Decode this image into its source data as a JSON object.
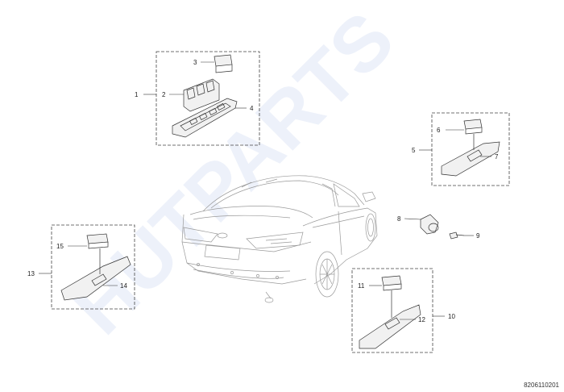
{
  "watermark": "HUTPARTS",
  "diagram_code": "8206110201",
  "callouts": {
    "n1": "1",
    "n2": "2",
    "n3": "3",
    "n4": "4",
    "n5": "5",
    "n6": "6",
    "n7": "7",
    "n8": "8",
    "n9": "9",
    "n10": "10",
    "n11": "11",
    "n12": "12",
    "n13": "13",
    "n14": "14",
    "n15": "15"
  }
}
